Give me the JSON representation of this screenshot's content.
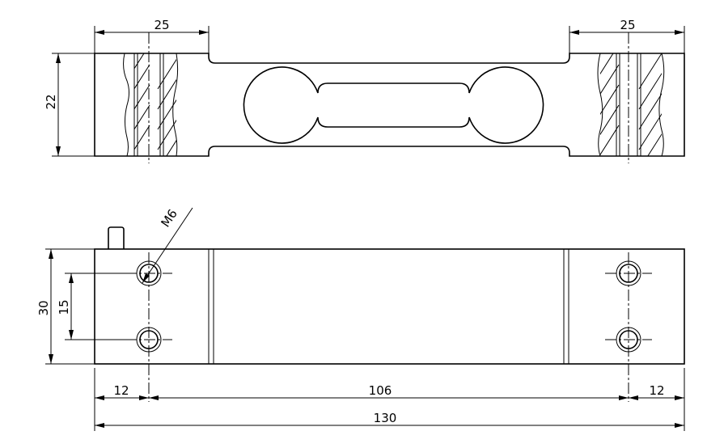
{
  "drawing": {
    "top_view": {
      "dim_left_width": "25",
      "dim_right_width": "25",
      "dim_height": "22"
    },
    "front_view": {
      "thread_label": "M6",
      "dim_height": "30",
      "dim_hole_spacing": "15",
      "dim_left_offset": "12",
      "dim_hole_distance": "106",
      "dim_right_offset": "12",
      "dim_total_length": "130"
    }
  }
}
